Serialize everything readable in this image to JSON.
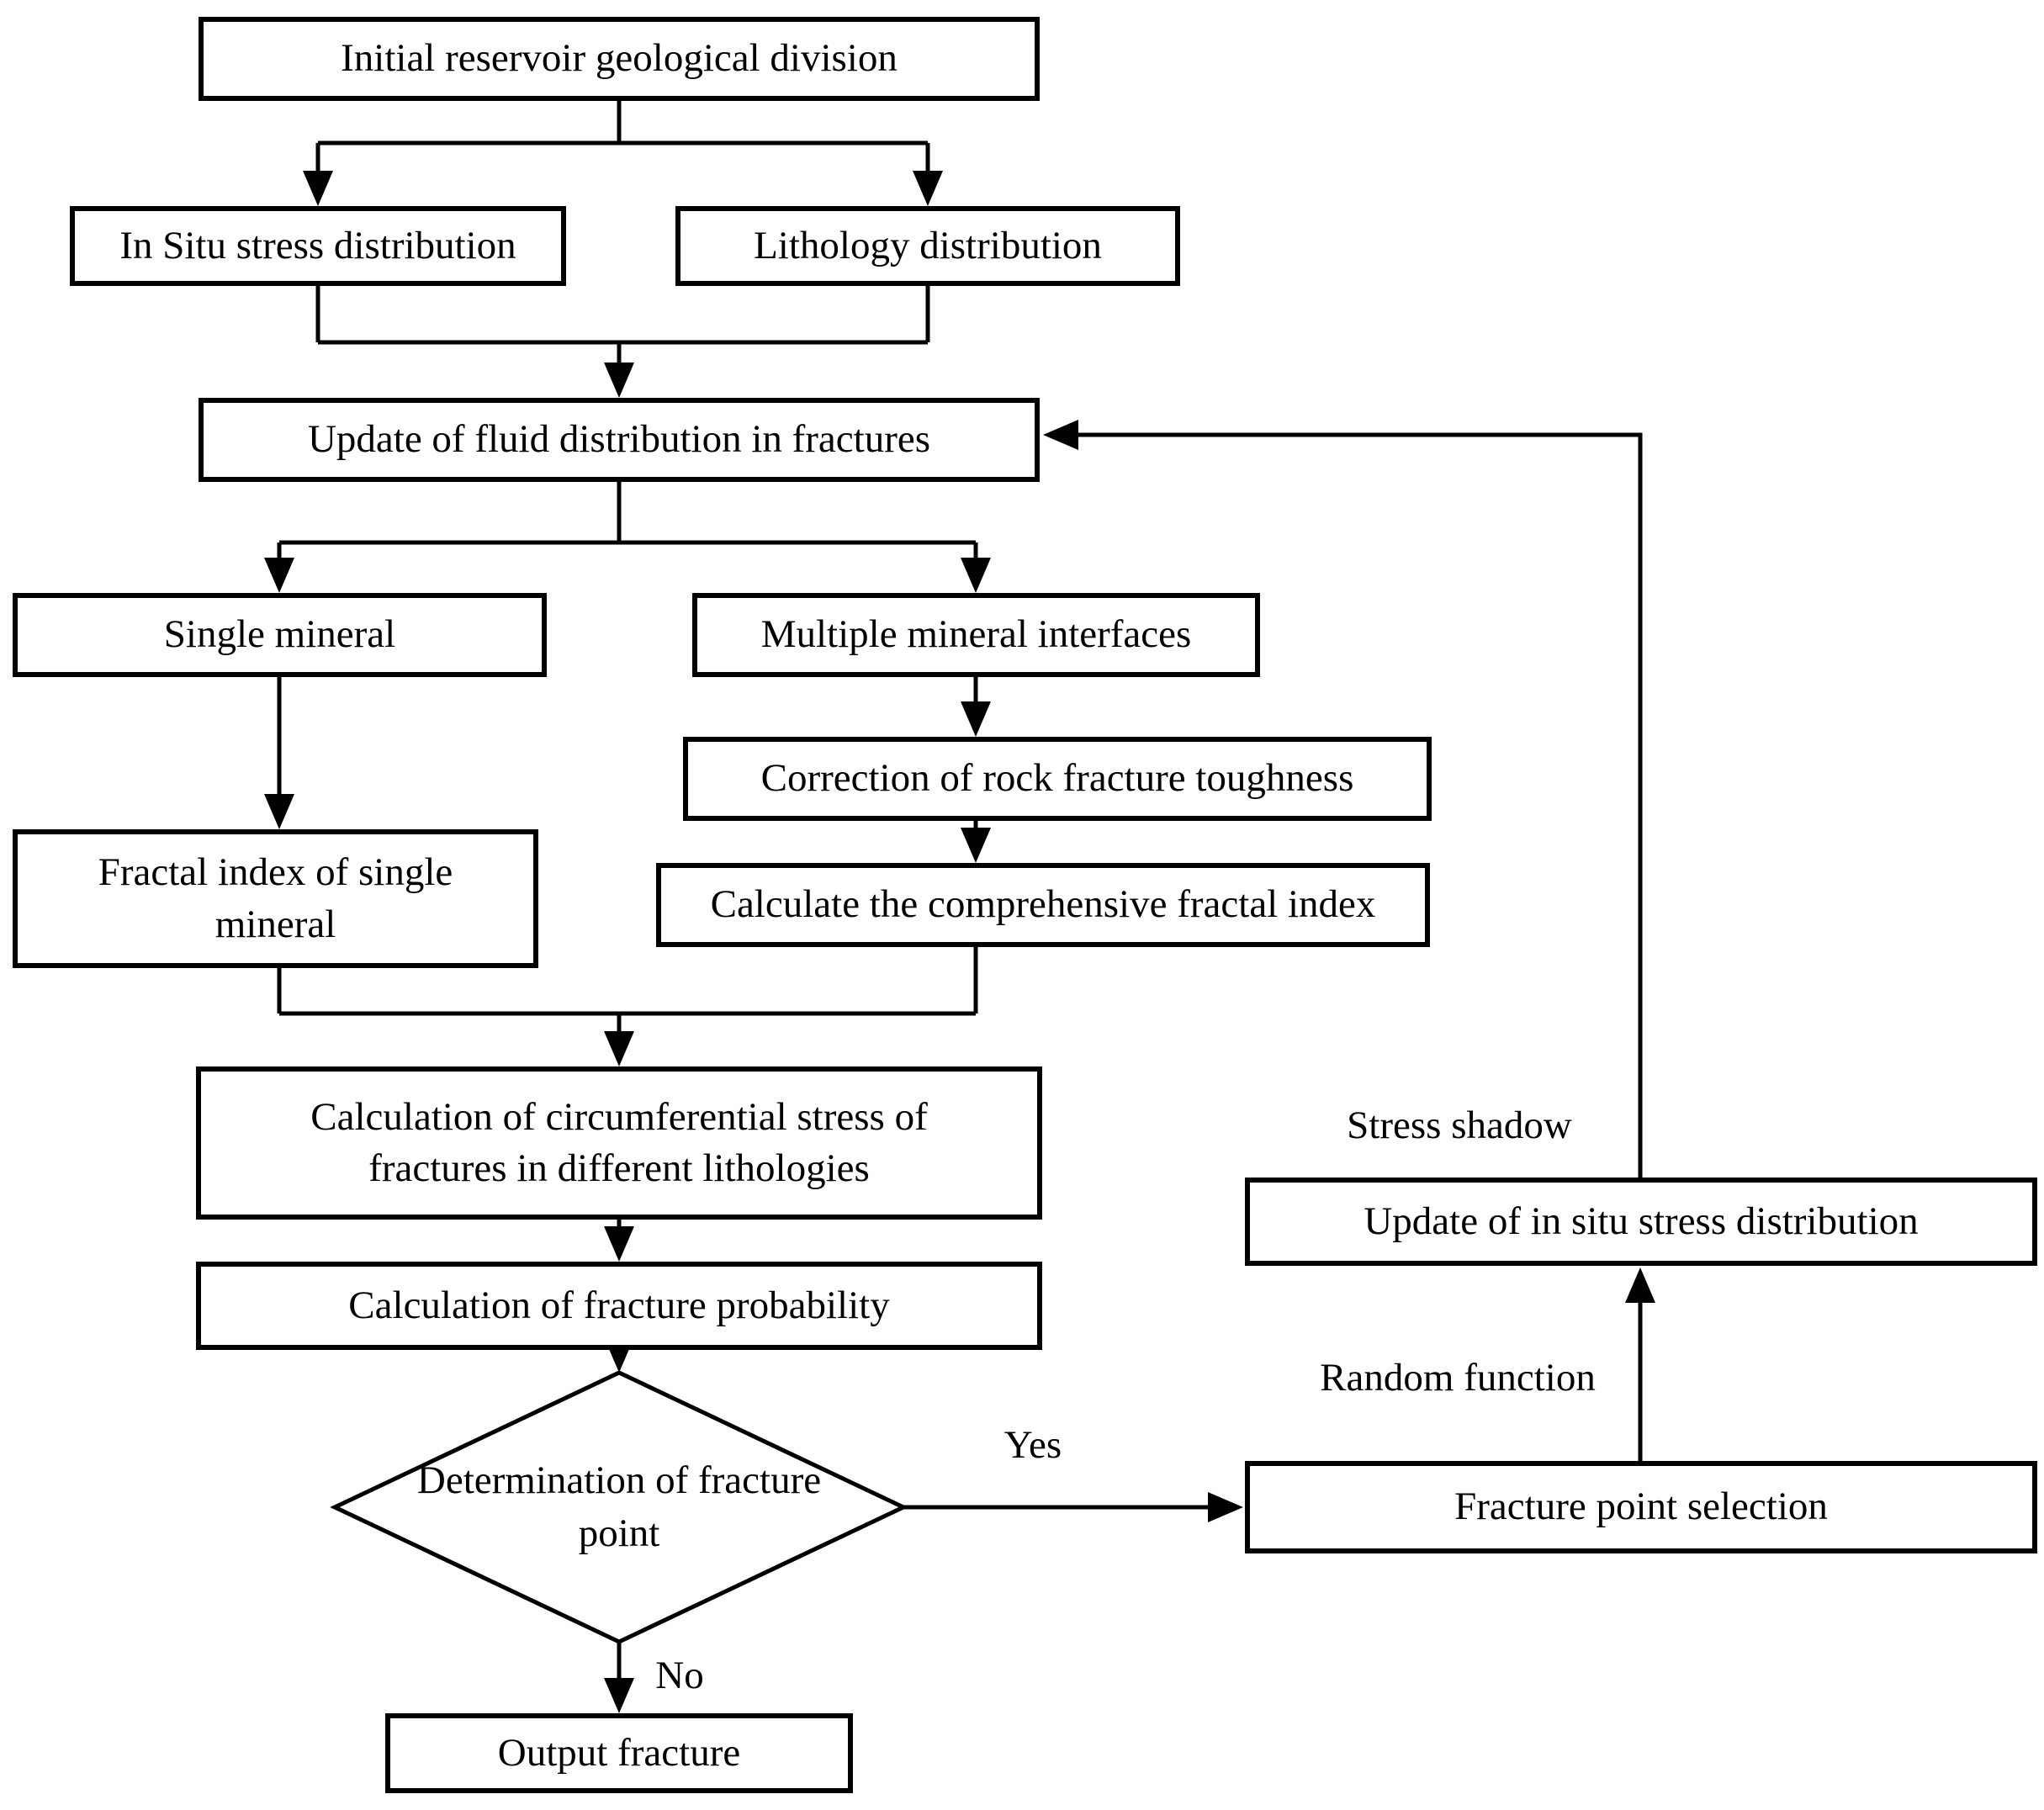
{
  "diagram": {
    "type": "flowchart",
    "background_color": "#ffffff",
    "line_color": "#000000",
    "nodes": {
      "initial": {
        "label": "Initial reservoir geological division",
        "shape": "rect"
      },
      "in_situ": {
        "label": "In Situ stress distribution",
        "shape": "rect"
      },
      "lithology": {
        "label": "Lithology distribution",
        "shape": "rect"
      },
      "update_fluid": {
        "label": "Update of fluid distribution in fractures",
        "shape": "rect"
      },
      "single_mineral": {
        "label": "Single mineral",
        "shape": "rect"
      },
      "multiple_mineral": {
        "label": "Multiple mineral interfaces",
        "shape": "rect"
      },
      "correction": {
        "label": "Correction of rock fracture toughness",
        "shape": "rect"
      },
      "fractal_index": {
        "lines": [
          "Fractal index of single",
          "mineral"
        ],
        "shape": "rect"
      },
      "comprehensive": {
        "label": "Calculate the comprehensive fractal index",
        "shape": "rect"
      },
      "circumferential": {
        "lines": [
          "Calculation of circumferential stress of",
          "fractures in different lithologies"
        ],
        "shape": "rect"
      },
      "probability": {
        "label": "Calculation of fracture probability",
        "shape": "rect"
      },
      "determination": {
        "lines": [
          "Determination of fracture",
          "point"
        ],
        "shape": "diamond"
      },
      "output": {
        "label": "Output fracture",
        "shape": "rect"
      },
      "update_insitu": {
        "label": "Update of in situ stress distribution",
        "shape": "rect"
      },
      "fracture_selection": {
        "label": "Fracture point selection",
        "shape": "rect"
      }
    },
    "edge_labels": {
      "yes": "Yes",
      "no": "No",
      "stress_shadow": "Stress shadow",
      "random_function": "Random function"
    }
  }
}
